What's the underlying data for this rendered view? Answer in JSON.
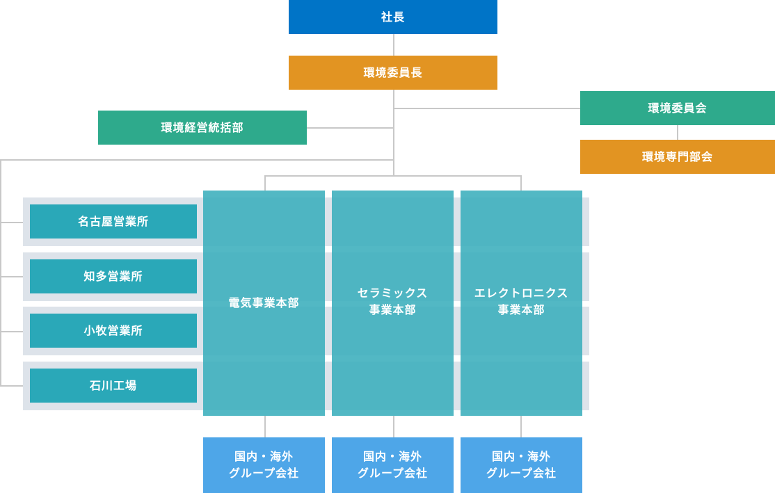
{
  "top": {
    "president": "社長",
    "env_chair": "環境委員長"
  },
  "side": {
    "env_management": "環境経営統括部",
    "env_committee": "環境委員会",
    "env_subcommittee": "環境専門部会"
  },
  "offices": [
    "名古屋営業所",
    "知多営業所",
    "小牧営業所",
    "石川工場"
  ],
  "divisions": [
    "電気事業本部",
    "セラミックス\n事業本部",
    "エレクトロニクス\n事業本部"
  ],
  "group_companies": [
    "国内・海外\nグループ会社",
    "国内・海外\nグループ会社",
    "国内・海外\nグループ会社"
  ],
  "colors": {
    "president": "#0074c7",
    "chair_and_subcommittee": "#e29422",
    "management_and_committee": "#2eaa8c",
    "offices": "#2aa8b8",
    "divisions": "#3aaebc",
    "group_companies": "#4ea6e8",
    "connector": "#c8c8c8",
    "band": "#dde3ea"
  }
}
